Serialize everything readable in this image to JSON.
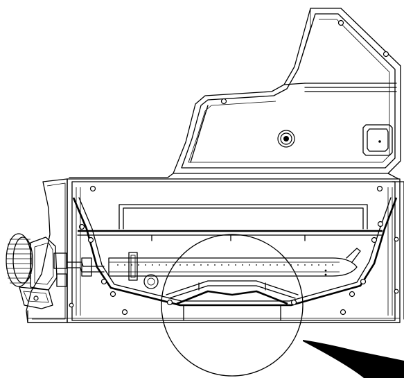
{
  "drawing": {
    "style": "line-art technical drawing",
    "view": "side elevation",
    "colors": {
      "line": "#000000",
      "background": "#ffffff"
    },
    "callout": {
      "shape": "circle",
      "leader": "curved-arrow"
    }
  }
}
